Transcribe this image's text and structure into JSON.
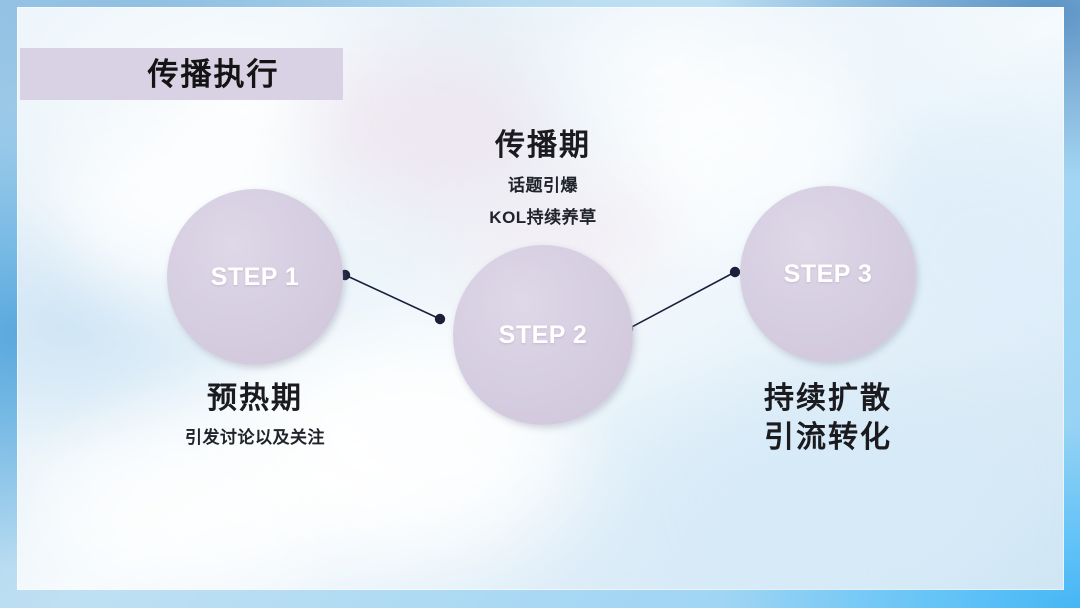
{
  "slide": {
    "title_banner": {
      "text": "传播执行",
      "background_color": "#d9d1e4"
    },
    "theme": {
      "circle_fill": "#d6cee1",
      "circle_text_color": "#ffffff",
      "connector_color": "#1b1f3a",
      "heading_color": "#1b1b1f",
      "frame_color": "#5aa8dd"
    },
    "steps": [
      {
        "id": "step-1",
        "label": "STEP 1",
        "heading": "预热期",
        "subtitle": "引发讨论以及关注"
      },
      {
        "id": "step-2",
        "label": "STEP 2",
        "heading": "传播期",
        "subtitle_line1": "话题引爆",
        "subtitle_line2": "KOL持续养草"
      },
      {
        "id": "step-3",
        "label": "STEP 3",
        "heading_line1": "持续扩散",
        "heading_line2": "引流转化"
      }
    ]
  }
}
